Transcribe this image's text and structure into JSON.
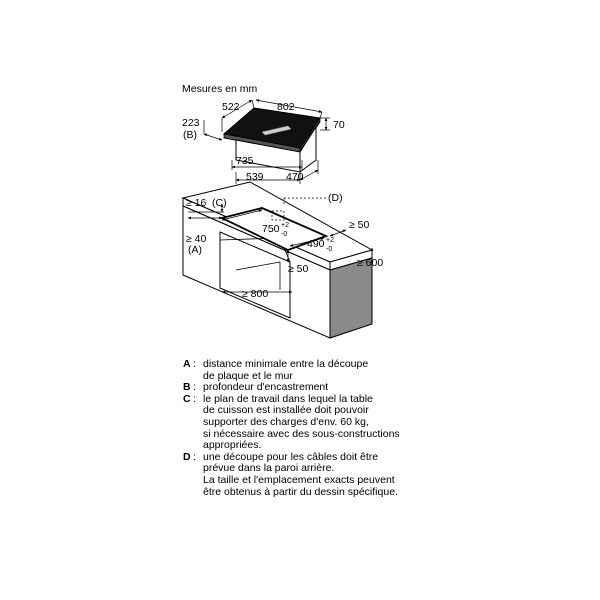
{
  "title": "Mesures en mm",
  "dimensions": {
    "d522": "522",
    "d802": "802",
    "d223": "223",
    "b_label": "(B)",
    "d70": "70",
    "d735": "735",
    "d539": "539",
    "d470": "470",
    "d_label": "(D)",
    "d16": "≥ 16",
    "c_label": "(C)",
    "d750": "750",
    "d750_tol_top": "+2",
    "d750_tol_bot": "-0",
    "d50_top": "≥ 50",
    "d490": "490",
    "d490_tol_top": "+2",
    "d490_tol_bot": "-0",
    "d40": "≥ 40",
    "a_label": "(A)",
    "d600": "≥ 600",
    "d50_bottom": "≥ 50",
    "d800": "≥ 800"
  },
  "legend": [
    {
      "key": "A",
      "text": "distance minimale entre la découpe\nde plaque et le mur"
    },
    {
      "key": "B",
      "text": "profondeur d'encastrement"
    },
    {
      "key": "C",
      "text": "le plan de travail dans lequel la table\nde cuisson est installée doit pouvoir\nsupporter des charges d'env. 60 kg,\nsi nécessaire avec des sous-constructions\nappropriées."
    },
    {
      "key": "D",
      "text": "une découpe pour les câbles doit être\nprévue dans la paroi arrière.\nLa taille et l'emplacement exacts peuvent\nêtre obtenus à partir du dessin spécifique."
    }
  ],
  "separator": ":"
}
